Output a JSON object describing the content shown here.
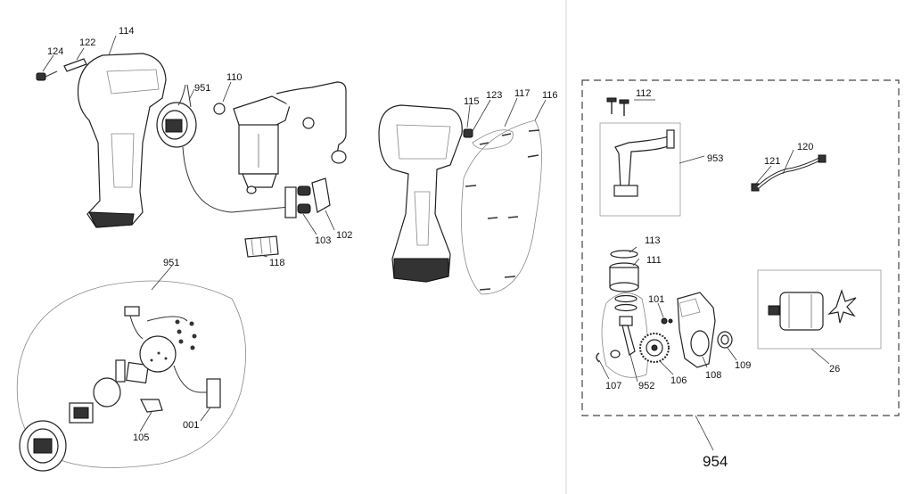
{
  "labels": {
    "p124": "124",
    "p122": "122",
    "p114": "114",
    "p951_top": "951",
    "p110": "110",
    "p115": "115",
    "p123": "123",
    "p117": "117",
    "p116": "116",
    "p102": "102",
    "p103": "103",
    "p118": "118",
    "p951_detail": "951",
    "p105": "105",
    "p001": "001",
    "p112": "112",
    "p953": "953",
    "p121": "121",
    "p120": "120",
    "p113": "113",
    "p111": "111",
    "p101": "101",
    "p107": "107",
    "p952": "952",
    "p106": "106",
    "p108": "108",
    "p109": "109",
    "p26": "26",
    "p954": "954"
  }
}
